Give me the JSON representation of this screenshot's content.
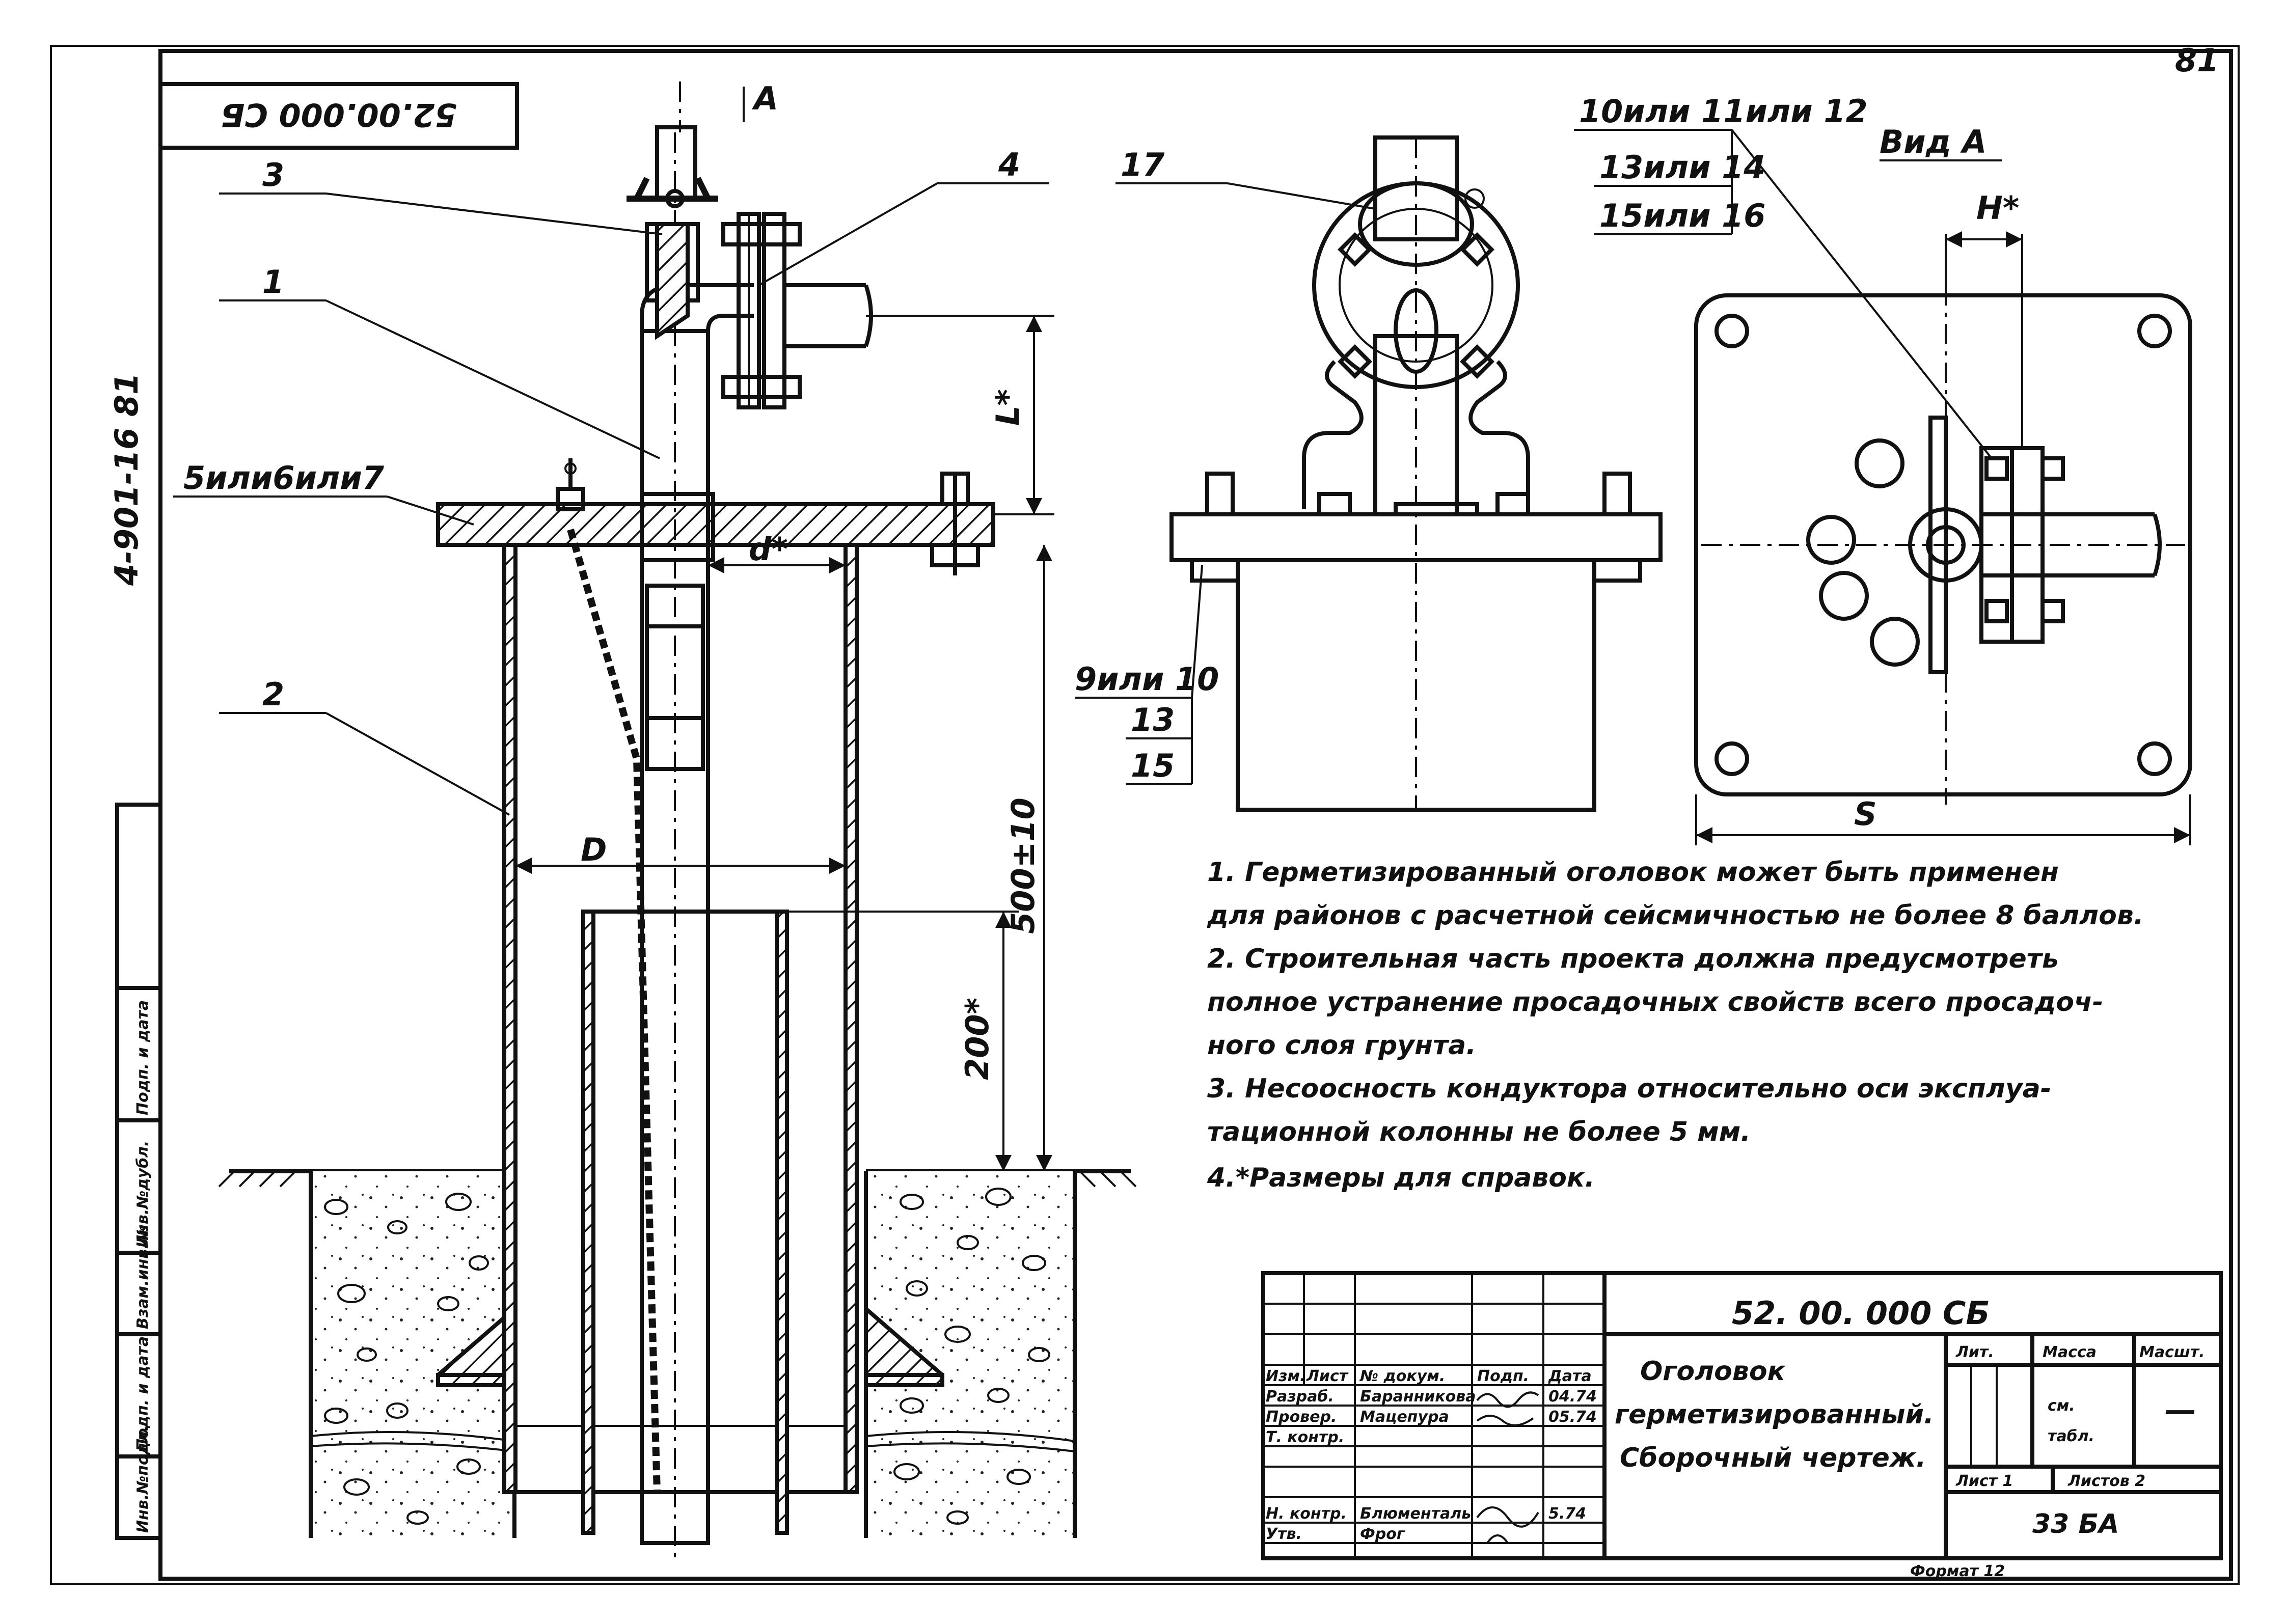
{
  "top_stamp": "52.00.000 СБ",
  "side_designation": "4-901-16 81",
  "sheet_number": "81",
  "view_arrow_label": "А",
  "callouts": {
    "c1": "1",
    "c2": "2",
    "c3": "3",
    "c4": "4",
    "c17": "17",
    "c5_7": "5или6или7",
    "c10_12": "10или 11или 12",
    "c13_14": "13или 14",
    "c15_16": "15или 16",
    "c9_10": "9или 10",
    "c13": "13",
    "c15": "15"
  },
  "dimensions": {
    "L": "L*",
    "d": "d*",
    "D": "D",
    "h500": "500±10",
    "h200": "200*",
    "H": "H*",
    "S": "S"
  },
  "view_a_title": "Вид А",
  "notes": [
    "1. Герметизированный оголовок   может быть применен",
    "   для районов с расчетной сейсмичностью не более 8 баллов.",
    "2. Строительная часть проекта должна предусмотреть",
    "   полное устранение просадочных свойств всего просадоч-",
    "   ного слоя грунта.",
    "3. Несоосность кондуктора относительно оси эксплуа-",
    "   тационной колонны  не  более  5 мм.",
    "4.*Размеры  для  справок."
  ],
  "left_strip": [
    "Инв.№подл.",
    "Подп. и дата",
    "Взам.инв.№",
    "Инв.№дубл.",
    "Подп. и дата"
  ],
  "title_block": {
    "code": "52. 00. 000 СБ",
    "name_line1": "Оголовок",
    "name_line2": "герметизированный.",
    "name_line3": "Сборочный чертеж.",
    "head_izm": "Изм.",
    "head_list": "Лист",
    "head_doc": "№ докум.",
    "head_sign": "Подп.",
    "head_date": "Дата",
    "r1_role": "Разраб.",
    "r1_name": "Баранникова",
    "r1_date": "04.74",
    "r2_role": "Провер.",
    "r2_name": "Мацепура",
    "r2_date": "05.74",
    "r3_role": "Т. контр.",
    "r4_role": "Н. контр.",
    "r4_name": "Блюменталь",
    "r4_date": "5.74",
    "r5_role": "Утв.",
    "r5_name": "Фрог",
    "lit": "Лит.",
    "mass": "Масса",
    "scale": "Масшт.",
    "mass_val1": "см.",
    "mass_val2": "табл.",
    "scale_val": "—",
    "sheet": "Лист 1",
    "sheets": "Листов 2",
    "org": "33 БА"
  },
  "format": "Формат 12"
}
